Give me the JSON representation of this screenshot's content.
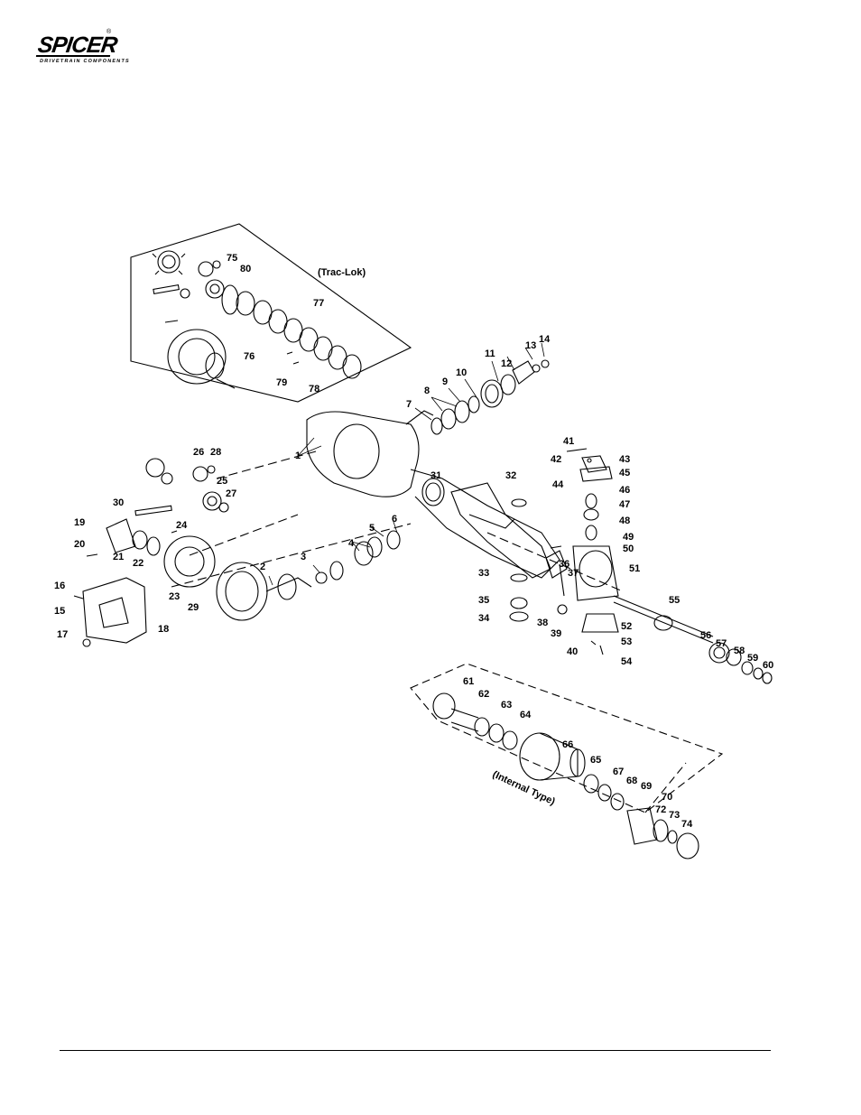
{
  "brand": {
    "name": "SPICER",
    "registered": "®",
    "tagline": "DRIVETRAIN COMPONENTS"
  },
  "diagram": {
    "insets": {
      "differential": "(Trac-Lok)",
      "hub": "(Internal Type)"
    },
    "part_numbers": [
      "1",
      "2",
      "3",
      "4",
      "5",
      "6",
      "7",
      "8",
      "9",
      "10",
      "11",
      "12",
      "13",
      "14",
      "15",
      "16",
      "17",
      "18",
      "19",
      "20",
      "21",
      "22",
      "23",
      "24",
      "25",
      "26",
      "27",
      "28",
      "29",
      "30",
      "31",
      "32",
      "33",
      "34",
      "35",
      "36",
      "37",
      "38",
      "39",
      "40",
      "41",
      "42",
      "43",
      "44",
      "45",
      "46",
      "47",
      "48",
      "49",
      "50",
      "51",
      "52",
      "53",
      "54",
      "55",
      "56",
      "57",
      "58",
      "59",
      "60",
      "61",
      "62",
      "63",
      "64",
      "65",
      "66",
      "67",
      "68",
      "69",
      "70",
      "72",
      "73",
      "74",
      "75",
      "76",
      "77",
      "78",
      "79",
      "80"
    ]
  }
}
